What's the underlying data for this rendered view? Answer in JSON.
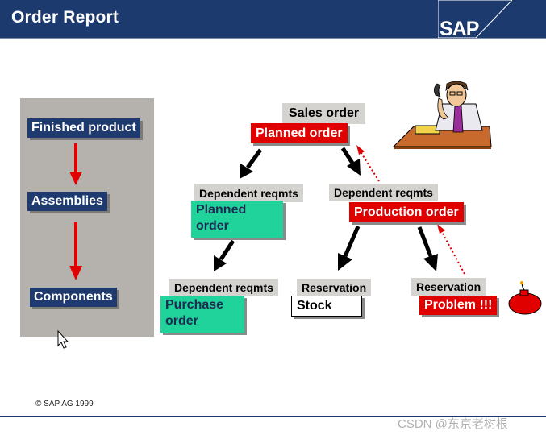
{
  "header": {
    "title": "Order Report",
    "logo": "SAP"
  },
  "panel": {
    "items": [
      "Finished product",
      "Assemblies",
      "Components"
    ]
  },
  "flow": {
    "sales_order": "Sales order",
    "planned_order_top": "Planned order",
    "dep_reqmts_left": "Dependent reqmts",
    "planned_order_green_1": "Planned",
    "planned_order_green_2": "order",
    "dep_reqmts_right": "Dependent reqmts",
    "production_order": "Production order",
    "dep_reqmts_bottom": "Dependent reqmts",
    "purchase_order_1": "Purchase",
    "purchase_order_2": "order",
    "reservation_left": "Reservation",
    "stock": "Stock",
    "reservation_right": "Reservation",
    "problem": "Problem !!!"
  },
  "footer": {
    "copyright": "© SAP AG 1999",
    "watermark": "CSDN @东京老树根"
  },
  "colors": {
    "header": "#1d3a6e",
    "red": "#e00000",
    "green": "#1fd39a",
    "grey_label": "#d5d3d0",
    "panel": "#b5b2ad"
  }
}
